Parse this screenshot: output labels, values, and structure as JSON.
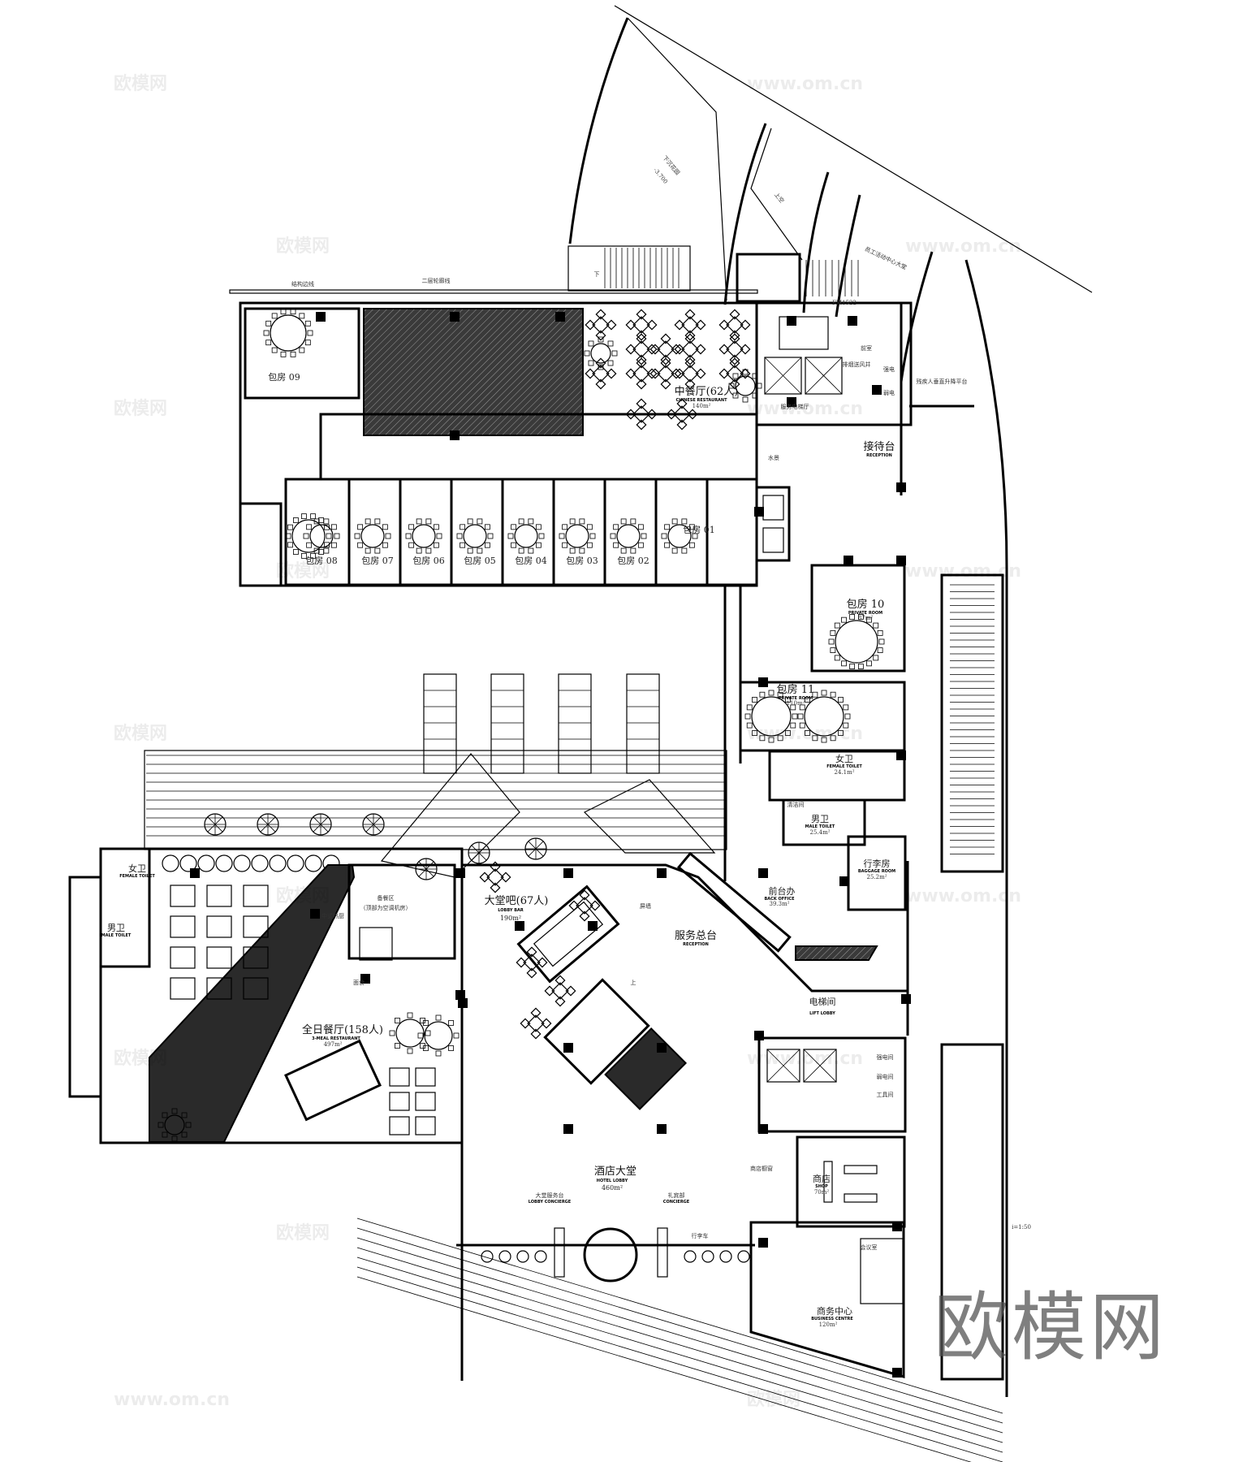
{
  "plan_labels": {
    "structure_edge": "结构边线",
    "second_floor_outline": "二层轮廓线",
    "staff_lobby": "员工活动中心大堂",
    "sunken_garden": "下沉花园",
    "sunken_level": "-3.700",
    "void_above": "上空",
    "private_room_09": "包房 09",
    "chinese_restaurant": {
      "zh": "中餐厅(62人)",
      "en": "CHINESE RESTAURANT",
      "area": "140m²"
    },
    "service_lift_hall": "服务电梯厅",
    "anteroom": "前室",
    "strong_elec": "强电",
    "weak_elec": "弱电",
    "smoke_shaft": "排烟送风井",
    "disabled_lift": "残疾人垂直升降平台",
    "reception_desk": {
      "zh": "接待台",
      "en": "RECEPTION"
    },
    "water_feature": "水景",
    "private_rooms": [
      "包房 08",
      "包房 07",
      "包房 06",
      "包房 05",
      "包房 04",
      "包房 03",
      "包房 02",
      "包房 01"
    ],
    "private_room_10": {
      "zh": "包房 10",
      "en": "PRIVATE ROOM",
      "area": "87m²"
    },
    "private_room_11": {
      "zh": "包房 11",
      "en": "PRIVATE ROOM",
      "area": "110m²"
    },
    "female_toilet": {
      "zh": "女卫",
      "en": "FEMALE TOILET",
      "area": "24.1m²"
    },
    "male_toilet": {
      "zh": "男卫",
      "en": "MALE TOILET",
      "area": "25.4m²"
    },
    "cleaning_room": "清洁间",
    "baggage_room": {
      "zh": "行李房",
      "en": "BAGGAGE ROOM",
      "area": "25.2m²"
    },
    "back_office": {
      "zh": "前台办",
      "en": "BACK OFFICE",
      "area": "39.3m²"
    },
    "front_desk": {
      "zh": "服务总台",
      "en": "RECEPTION"
    },
    "screen_wall": "屏墙",
    "lobby_bar": {
      "zh": "大堂吧(67人)",
      "en": "LOBBY BAR",
      "area": "190m²"
    },
    "lift_lobby": {
      "zh": "电梯间",
      "en": "LIFT LOBBY"
    },
    "strong_elec_room": "强电间",
    "weak_elec_room": "弱电间",
    "tool_room": "工具间",
    "all_day_restaurant": {
      "zh": "全日餐厅(158人)",
      "en": "3-MEAL RESTAURANT",
      "area": "497m²"
    },
    "pantry": "备餐区",
    "pantry_note": "（顶部为空调机房）",
    "chinese_kitchen": "中式热厨",
    "noodle": "面食",
    "left_female_toilet": {
      "zh": "女卫",
      "en": "FEMALE TOILET"
    },
    "left_male_toilet": {
      "zh": "男卫",
      "en": "MALE TOILET"
    },
    "hotel_lobby": {
      "zh": "酒店大堂",
      "en": "HOTEL LOBBY",
      "area": "460m²"
    },
    "lobby_concierge": {
      "zh": "大堂服务台",
      "en": "LOBBY CONCIERGE"
    },
    "concierge": {
      "zh": "礼宾部",
      "en": "CONCIERGE"
    },
    "luggage_cart": "行李车",
    "shop": {
      "zh": "商店",
      "en": "SHOP",
      "area": "70m²"
    },
    "shop_window": "商店橱窗",
    "meeting_room": "会议室",
    "business_centre": {
      "zh": "商务中心",
      "en": "BUSINESS CENTRE",
      "area": "120m²"
    },
    "up": "上",
    "down": "下",
    "door_code": "FM1522",
    "scale": "i=1:50"
  },
  "watermark": {
    "logo": "欧模网",
    "url": "www.om.cn"
  },
  "colors": {
    "line": "#000000",
    "fill_dark": "#2a2a2a",
    "background": "#ffffff"
  }
}
